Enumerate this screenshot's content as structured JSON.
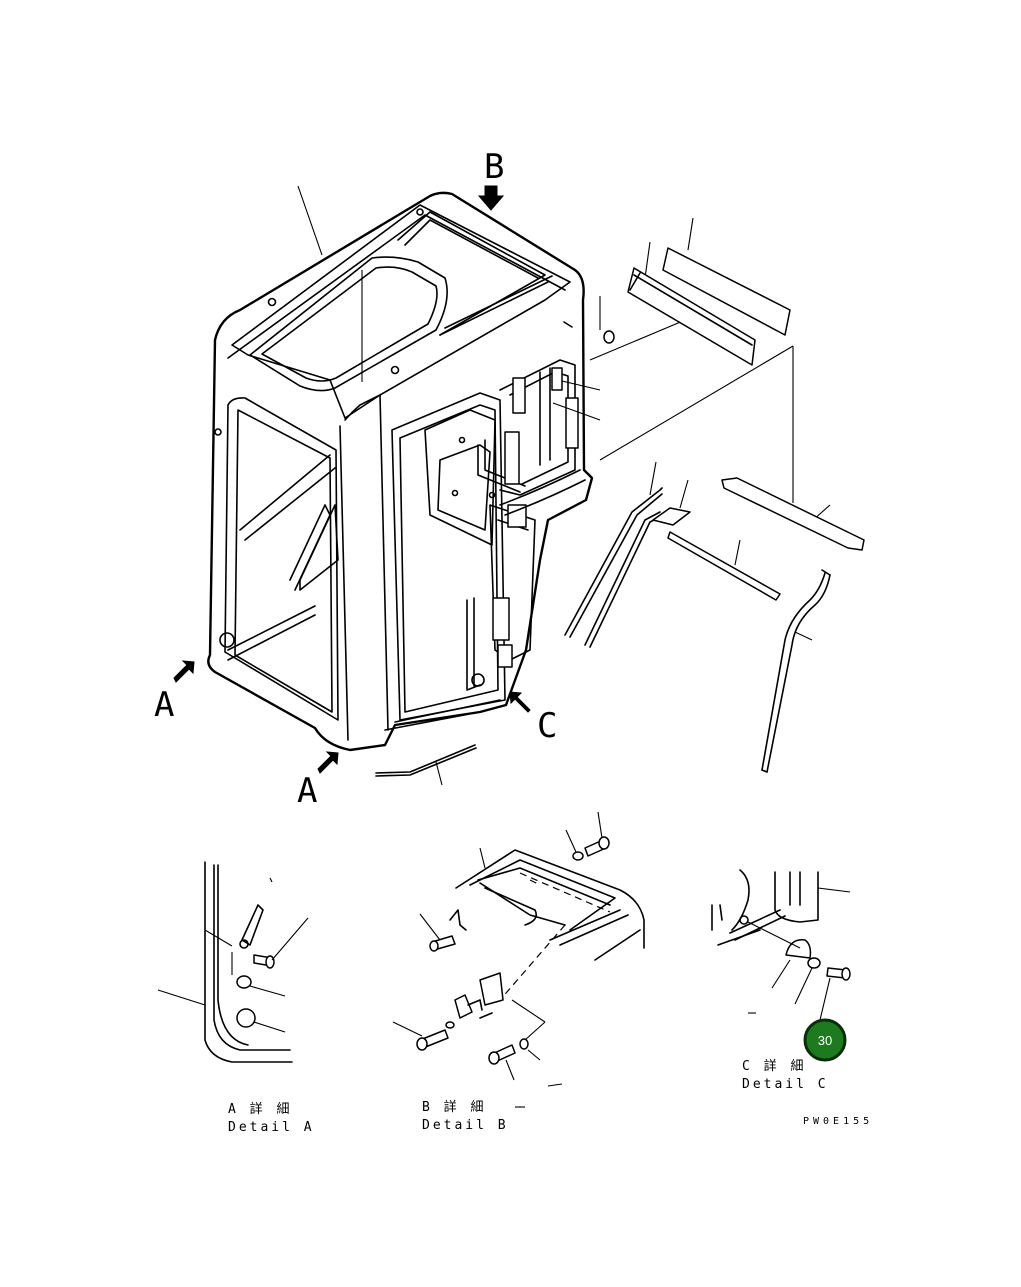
{
  "view_labels": {
    "b": "B",
    "a_left": "A",
    "a_bottom": "A",
    "c": "C"
  },
  "details": {
    "a_jp": "A 詳 細",
    "a_en": "Detail A",
    "b_jp": "B 詳 細",
    "b_en": "Detail B",
    "c_jp": "C 詳 細",
    "c_en": "Detail C"
  },
  "drawing_code": "PW0E155",
  "badge": {
    "number": "30",
    "color": "#1e7a1e"
  }
}
